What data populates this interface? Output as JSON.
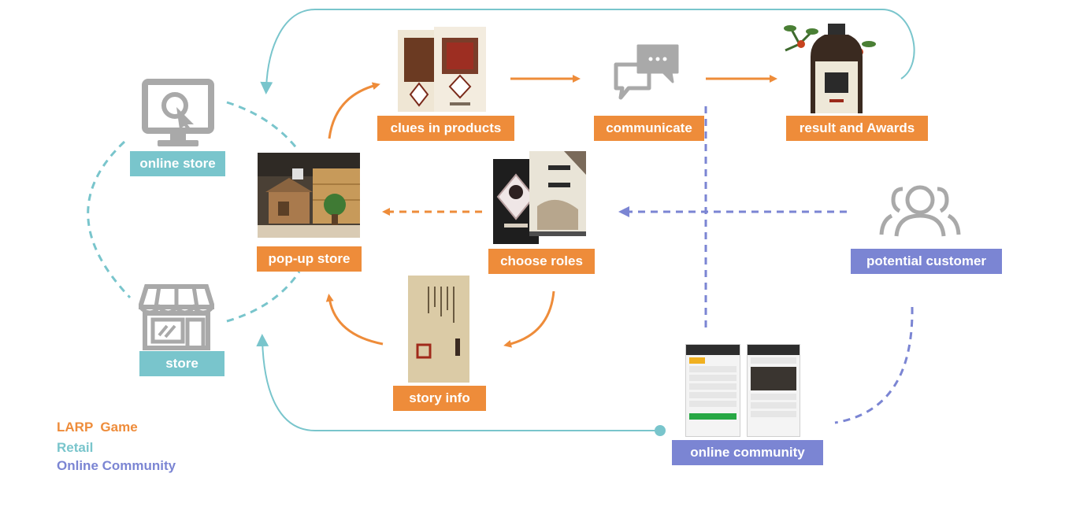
{
  "nodes": {
    "online_store": "online store",
    "store": "store",
    "pop_up_store": "pop-up store",
    "clues_in_products": "clues in products",
    "communicate": "communicate",
    "result_and_awards": "result and Awards",
    "choose_roles": "choose roles",
    "story_info": "story info",
    "potential_customer": "potential customer",
    "online_community": "online community"
  },
  "legend": {
    "larp_game": "LARP  Game",
    "retail": "Retail",
    "online_community": "Online Community"
  },
  "colors": {
    "larp_game": "#ee8c3a",
    "retail": "#79c5cc",
    "online_community": "#7b85d3",
    "icon_gray": "#a9a9a9"
  },
  "icons": [
    "monitor-cursor-icon",
    "storefront-icon",
    "chat-bubbles-icon",
    "people-icon"
  ]
}
